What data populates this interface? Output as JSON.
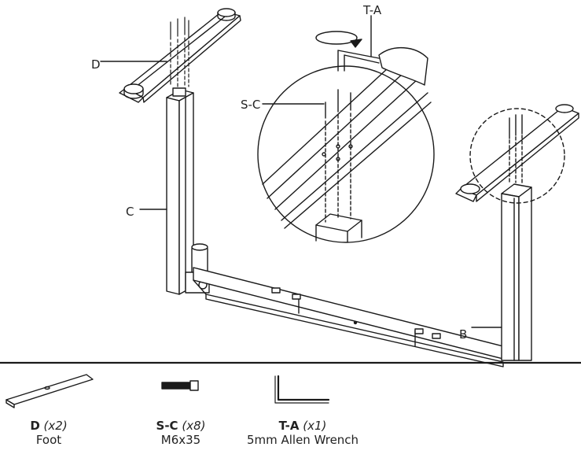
{
  "callouts": {
    "foot": "D",
    "column": "C",
    "screw": "S-C",
    "wrench": "T-A",
    "beam": "B"
  },
  "parts": [
    {
      "code": "D",
      "qty": "(x2)",
      "name": "Foot",
      "icon": "foot-icon"
    },
    {
      "code": "S-C",
      "qty": "(x8)",
      "name": "M6x35",
      "icon": "screw-icon"
    },
    {
      "code": "T-A",
      "qty": "(x1)",
      "name": "5mm Allen Wrench",
      "icon": "allen-wrench-icon"
    }
  ],
  "colors": {
    "ink": "#1a1a1a",
    "paper": "#ffffff"
  }
}
